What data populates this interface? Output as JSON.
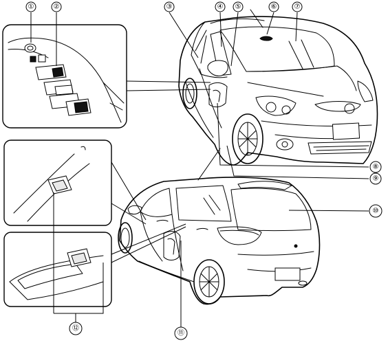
{
  "callouts": [
    {
      "id": "c1",
      "label": "①"
    },
    {
      "id": "c2",
      "label": "②"
    },
    {
      "id": "c3",
      "label": "③"
    },
    {
      "id": "c4",
      "label": "④"
    },
    {
      "id": "c5",
      "label": "⑤"
    },
    {
      "id": "c6",
      "label": "⑥"
    },
    {
      "id": "c7",
      "label": "⑦"
    },
    {
      "id": "c8",
      "label": "⑧"
    },
    {
      "id": "c9",
      "label": "⑨"
    },
    {
      "id": "c10",
      "label": "⑩"
    },
    {
      "id": "c11",
      "label": "⑪"
    },
    {
      "id": "c12",
      "label": "⑫"
    }
  ]
}
